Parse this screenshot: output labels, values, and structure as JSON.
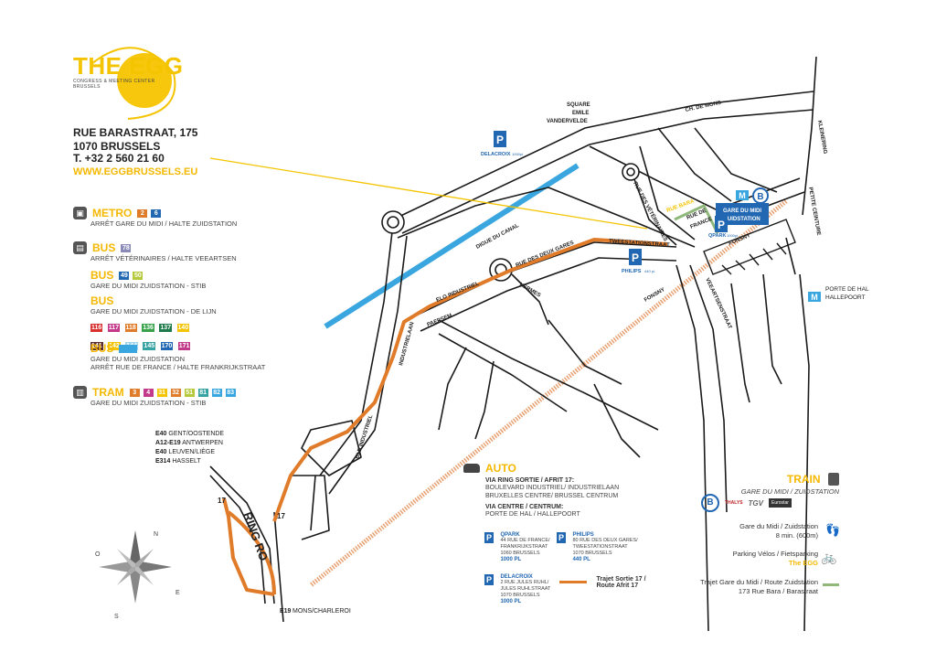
{
  "logo": {
    "title": "THE EGG",
    "subtitle_1": "CONGRESS & MEETING CENTER",
    "subtitle_2": "BRUSSELS"
  },
  "address": {
    "street": "RUE BARASTRAAT, 175",
    "city": "1070 BRUSSELS",
    "phone": "T. +32 2 560 21 60",
    "website": "WWW.EGGBRUSSELS.EU"
  },
  "transport": {
    "metro": {
      "title": "METRO",
      "lines": [
        "2",
        "6"
      ],
      "stop": "ARRÊT GARE DU MIDI / HALTE ZUIDSTATION"
    },
    "bus_stib_1": {
      "title": "BUS",
      "lines": [
        "78"
      ],
      "stop": "ARRÊT VÉTÉRINAIRES / HALTE VEEARTSEN"
    },
    "bus_stib_2": {
      "title": "BUS",
      "lines": [
        "49",
        "50"
      ],
      "stop": "GARE DU MIDI ZUIDSTATION - STIB"
    },
    "bus_delijn": {
      "title": "BUS",
      "stop": "GARE DU MIDI ZUIDSTATION - DE LIJN",
      "lines_row1": [
        "116",
        "117",
        "118",
        "136",
        "137",
        "140"
      ],
      "lines_row2": [
        "141",
        "142",
        "144",
        "145",
        "170",
        "171"
      ]
    },
    "bus_tec": {
      "title": "BUS",
      "stop_1": "GARE DU MIDI ZUIDSTATION",
      "stop_2": "ARRÊT RUE DE FRANCE / HALTE FRANKRIJKSTRAAT"
    },
    "tram": {
      "title": "TRAM",
      "lines": [
        "3",
        "4",
        "31",
        "32",
        "51",
        "81",
        "82",
        "83"
      ],
      "stop": "GARE DU MIDI ZUIDSTATION - STIB"
    }
  },
  "highways": [
    {
      "code": "E40",
      "dest": "GENT/OOSTENDE"
    },
    {
      "code": "A12-E19",
      "dest": "ANTWERPEN"
    },
    {
      "code": "E40",
      "dest": "LEUVEN/LIÈGE"
    },
    {
      "code": "E314",
      "dest": "HASSELT"
    }
  ],
  "map": {
    "streets": {
      "ch_de_mons": "CH. DE MONS",
      "kleinering": "KLEINERING",
      "petite_ceinture": "PETITE CEINTURE",
      "square": "SQUARE",
      "square_2": "EMILE",
      "square_3": "VANDERVELDE",
      "digue": "DIGUE DU CANAL",
      "rue_deux_gares": "RUE DES DEUX GARES",
      "tweestation": "TWEESTATIONSTRAAT",
      "veterinaires": "RUE DES VÉTÉRINAIRES",
      "rue_de_france": "RUE DE",
      "rue_de_france_2": "FRANCE",
      "rue_bara": "RUE BARA",
      "fonsny": "FONSNY",
      "fonsny_2": "FONSNY",
      "hermes": "HERMES",
      "elo": "ELO INDUSTRIEL",
      "paepsem": "PAEPSEM",
      "industrielaan": "INDUSTRIELAAN",
      "bld_industriel": "BLD INDUSTRIEL",
      "veearts": "VEEARTSENSTRAAT",
      "ring": "RING RO",
      "exit17a": "17",
      "exit17b": "17",
      "e19": "E19",
      "e19_dest": "MONS/CHARLEROI"
    },
    "parking_labels": {
      "delacroix": "DELACROIX",
      "delacroix_cap": "1000pl.",
      "philips": "PHILIPS",
      "philips_cap": "440 pl.",
      "qpark": "QPARK",
      "qpark_cap": "1000pl."
    },
    "station": {
      "line1": "GARE DU MIDI",
      "line2": "ZUIDSTATION"
    },
    "porte_de_hal": {
      "line1": "PORTE DE HAL",
      "line2": "HALLEPOORT"
    },
    "compass": {
      "n": "N",
      "e": "E",
      "s": "S",
      "o": "O"
    },
    "colors": {
      "route": "#e07b2a",
      "canal": "#3aa6e0",
      "rail": "#e8a070",
      "direction": "#f5c400",
      "station_box": "#2167b2",
      "walk": "#8fb87a"
    }
  },
  "auto": {
    "title": "AUTO",
    "via_ring": "VIA RING SORTIE / AFRIT 17:",
    "ring_line1": "BOULEVARD INDUSTRIEL/ INDUSTRIELAAN",
    "ring_line2": "BRUXELLES CENTRE/ BRUSSEL CENTRUM",
    "via_centre": "VIA CENTRE / CENTRUM:",
    "centre_line": "PORTE DE HAL / HALLEPOORT",
    "parkings": [
      {
        "name": "QPARK",
        "line1": "44 RUE DE FRANCE/",
        "line2": "FRANKRIJKSTRAAT",
        "line3": "1060 BRUSSELS",
        "cap": "1000 PL"
      },
      {
        "name": "PHILIPS",
        "line1": "80 RUE DES DEUX GARES/",
        "line2": "TWEESTATIONSTRAAT",
        "line3": "1070 BRUSSELS",
        "cap": "440 PL"
      },
      {
        "name": "DELACROIX",
        "line1": "2 RUE JULES RUHL/",
        "line2": "JULES RUHLSTRAAT",
        "line3": "1070 BRUSSELS",
        "cap": "1000 PL"
      }
    ],
    "route_label_1": "Trajet Sortie 17 /",
    "route_label_2": "Route Afrit 17"
  },
  "train": {
    "title": "TRAIN",
    "subtitle": "GARE DU MIDI / ZUIDSTATION",
    "brands": [
      "B",
      "THALYS",
      "TGV",
      "Eurostar"
    ],
    "walk_1": "Gare du Midi / Zuidstation",
    "walk_2": "8 min. (600m)",
    "bike_1": "Parking Vélos / Fietsparking",
    "bike_2": "The EGG",
    "trajet_1": "Trajet Gare du Midi / Route Zuidstation",
    "trajet_2": "173 Rue Bara / Barastraat"
  }
}
